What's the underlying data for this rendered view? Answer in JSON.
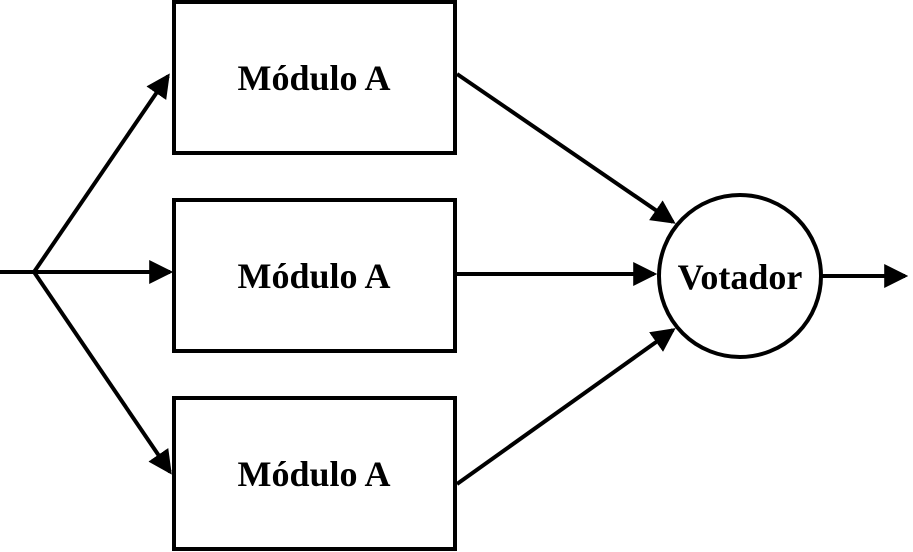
{
  "modules": [
    {
      "label": "Módulo A"
    },
    {
      "label": "Módulo A"
    },
    {
      "label": "Módulo A"
    }
  ],
  "voter": {
    "label": "Votador"
  },
  "colors": {
    "stroke": "#000000",
    "fill": "#ffffff"
  }
}
